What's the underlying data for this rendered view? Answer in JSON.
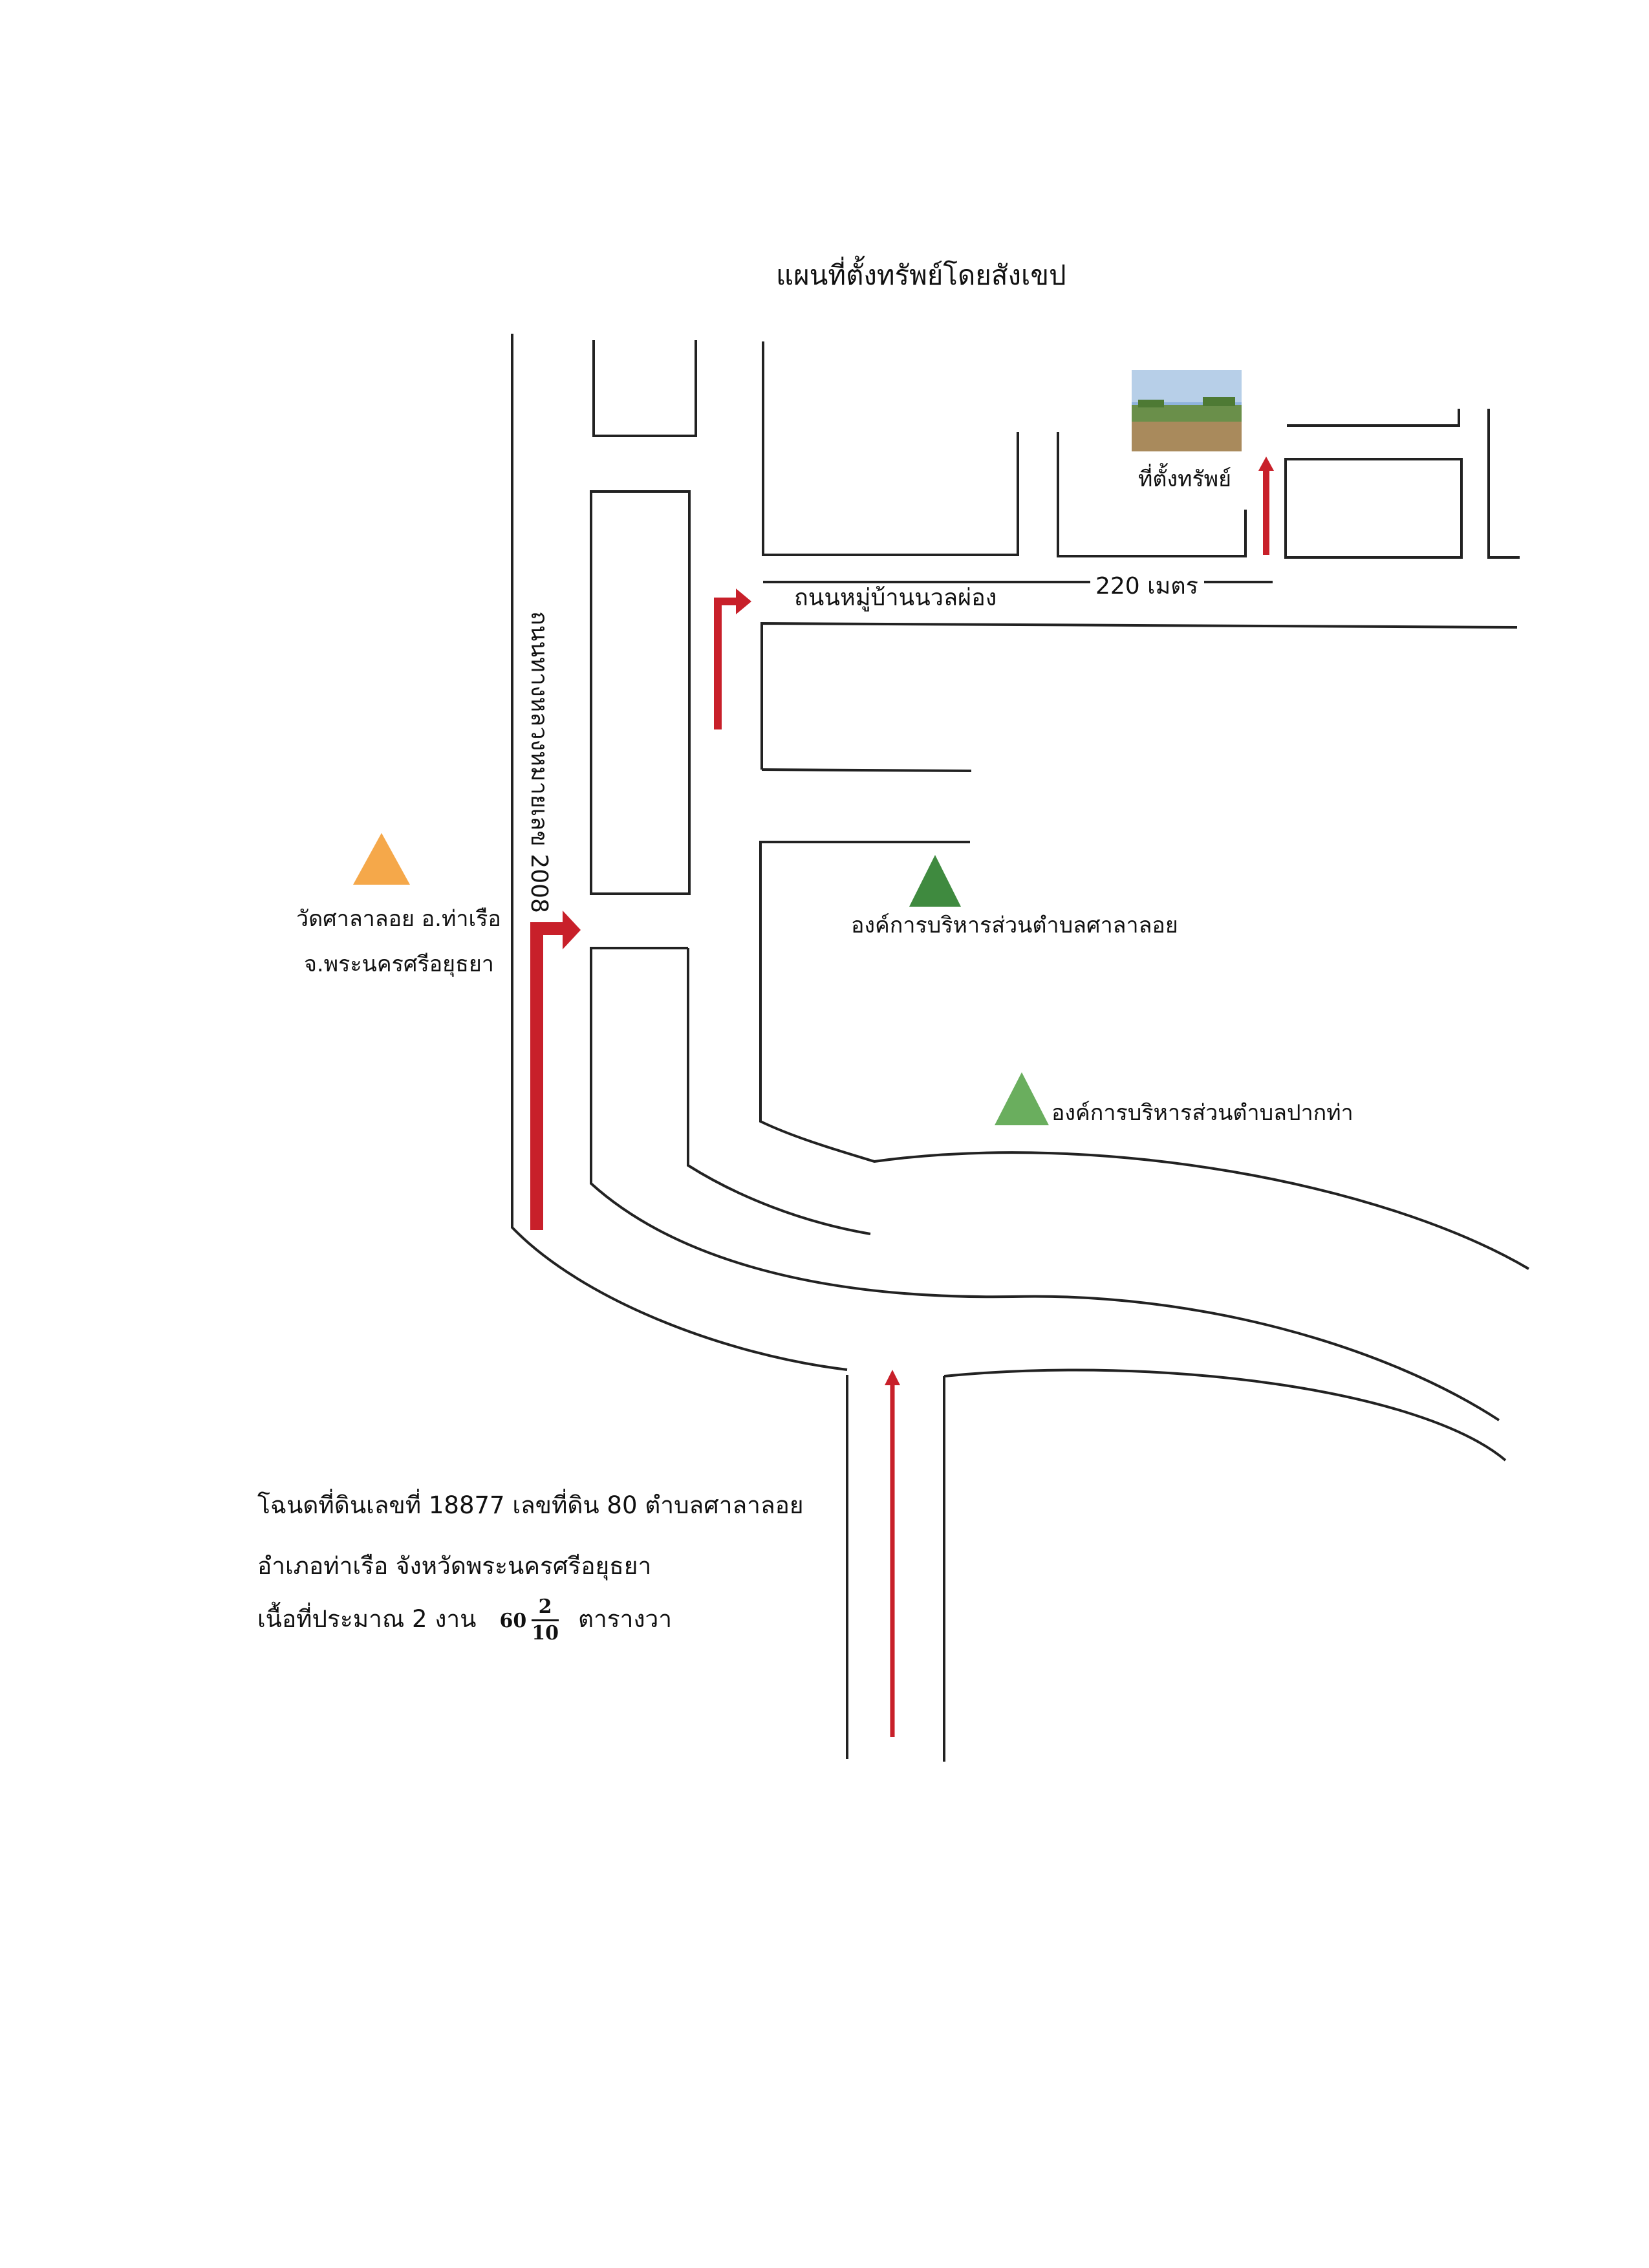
{
  "title": "แผนที่ตั้งทรัพย์โดยสังเขป",
  "labels": {
    "property": "ที่ตั้งทรัพย์",
    "distance": "220 เมตร",
    "village_road": "ถนนหมู่บ้านนวลผ่อง",
    "highway": "ถนนทางหลวงหมายเลข 2008",
    "temple_line1": "วัดศาลาลอย อ.ท่าเรือ",
    "temple_line2": "จ.พระนครศรีอยุธยา",
    "sao_sala_loi": "องค์การบริหารส่วนตำบลศาลาลอย",
    "sao_pak_tha": "องค์การบริหารส่วนตำบลปากท่า"
  },
  "deed": {
    "line1": "โฉนดที่ดินเลขที่ 18877 เลขที่ดิน 80 ตำบลศาลาลอย",
    "line2": "อำเภอท่าเรือ จังหวัดพระนครศรีอยุธยา",
    "line3_prefix": "เนื้อที่ประมาณ 2 งาน",
    "area_whole": "60",
    "area_num": "2",
    "area_den": "10",
    "line3_suffix": "ตารางวา"
  },
  "colors": {
    "route_arrow": "#c8202a",
    "temple_marker": "#f5a84a",
    "sao_sala_loi_marker": "#3f8a3f",
    "sao_pak_tha_marker": "#6aae5e"
  },
  "icons": {
    "route": "red-arrow-icon",
    "temple": "orange-triangle-icon",
    "office": "green-triangle-icon",
    "property": "land-photo-icon"
  }
}
